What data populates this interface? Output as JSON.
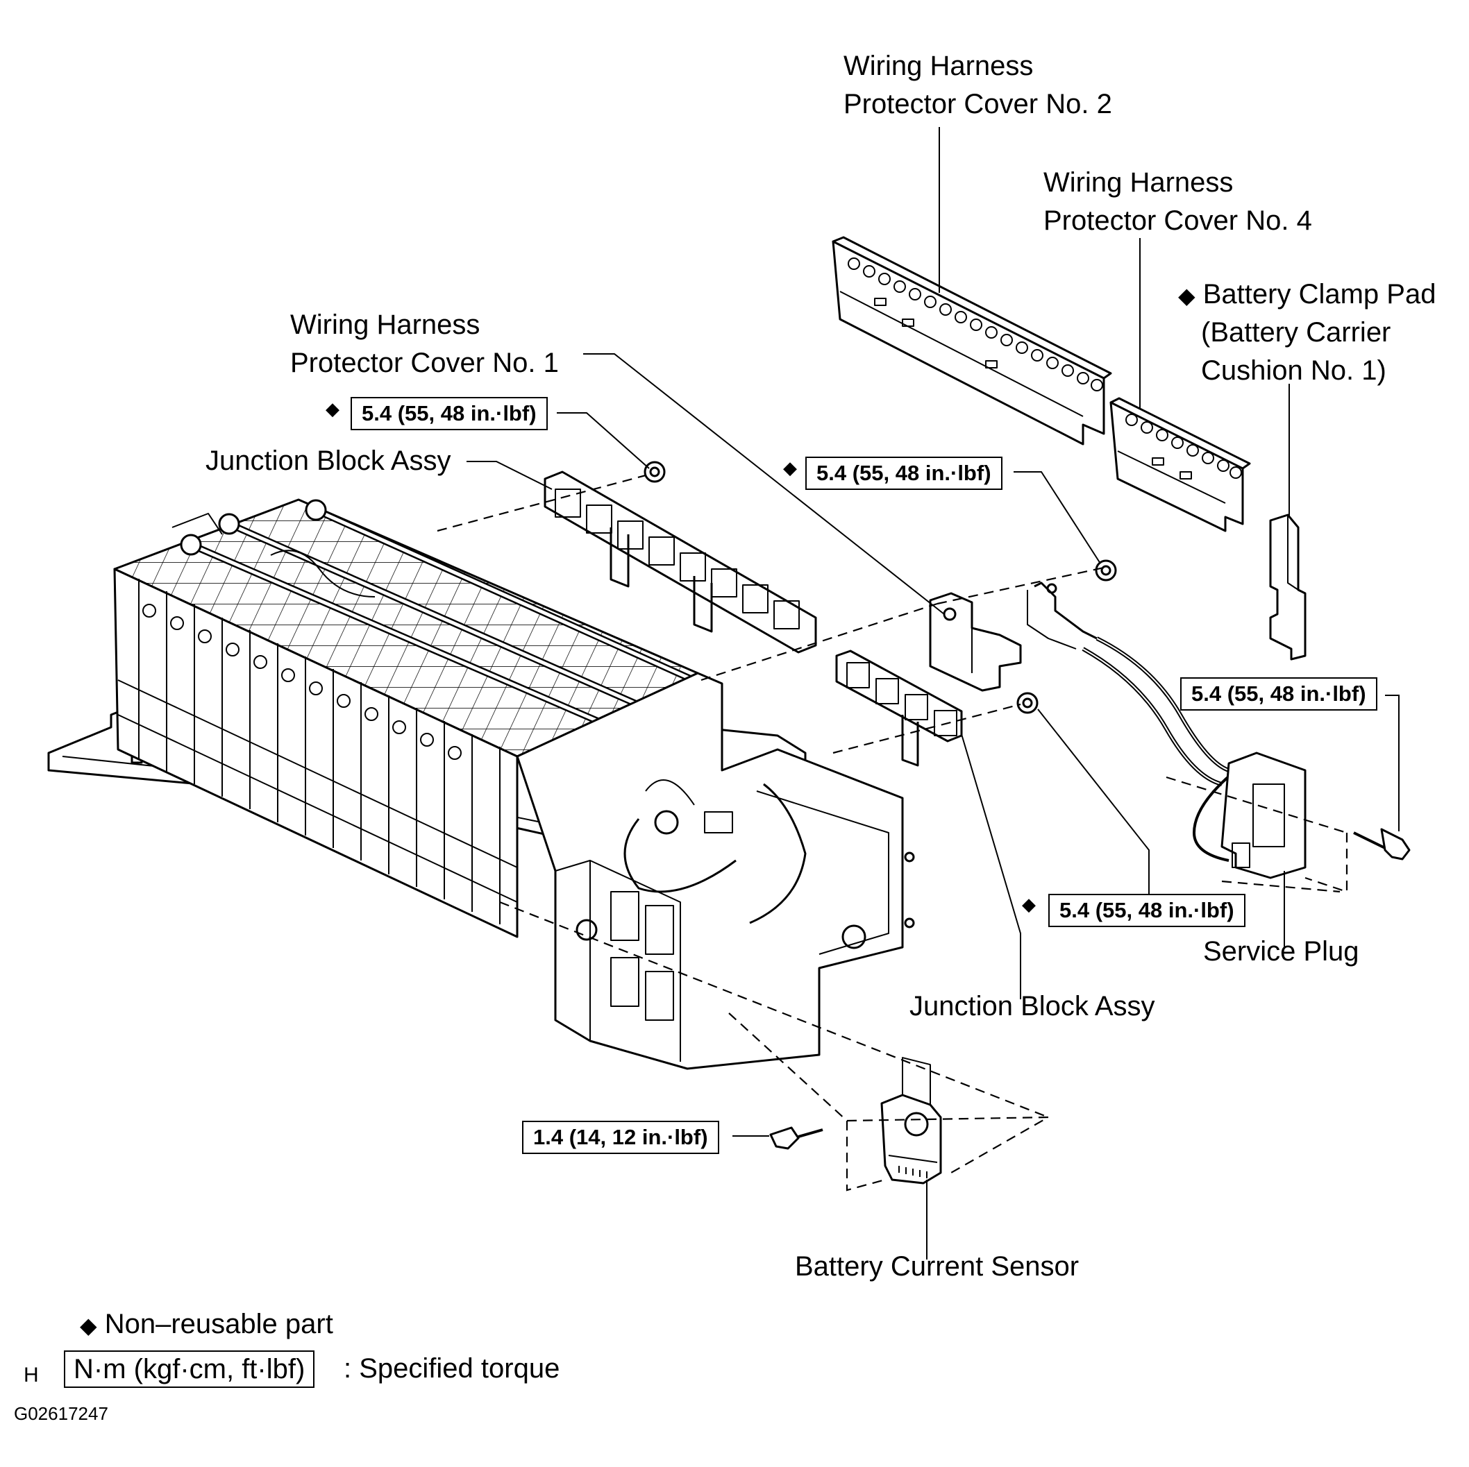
{
  "labels": {
    "wh_cover2_line1": "Wiring Harness",
    "wh_cover2_line2": "Protector Cover No. 2",
    "wh_cover4_line1": "Wiring Harness",
    "wh_cover4_line2": "Protector Cover No. 4",
    "clamp_pad_line1": "Battery Clamp Pad",
    "clamp_pad_line2": "(Battery Carrier",
    "clamp_pad_line3": "Cushion No. 1)",
    "wh_cover1_line1": "Wiring Harness",
    "wh_cover1_line2": "Protector Cover No. 1",
    "junction_block_upper": "Junction Block Assy",
    "junction_block_lower": "Junction Block Assy",
    "service_plug": "Service Plug",
    "battery_current_sensor": "Battery Current Sensor"
  },
  "torque_specs": {
    "nut_upper_left": "5.4 (55, 48 in.·lbf)",
    "nut_upper_mid": "5.4 (55, 48 in.·lbf)",
    "service_plug_bolt": "5.4 (55, 48 in.·lbf)",
    "nut_lower": "5.4 (55, 48 in.·lbf)",
    "sensor_bolt": "1.4 (14, 12 in.·lbf)"
  },
  "legend": {
    "diamond_symbol": "◆",
    "non_reusable": "Non–reusable part",
    "torque_unit": "N·m (kgf·cm, ft·lbf)",
    "torque_desc": ": Specified torque"
  },
  "footer": {
    "sheet_letter": "H",
    "figure_id": "G02617247"
  }
}
